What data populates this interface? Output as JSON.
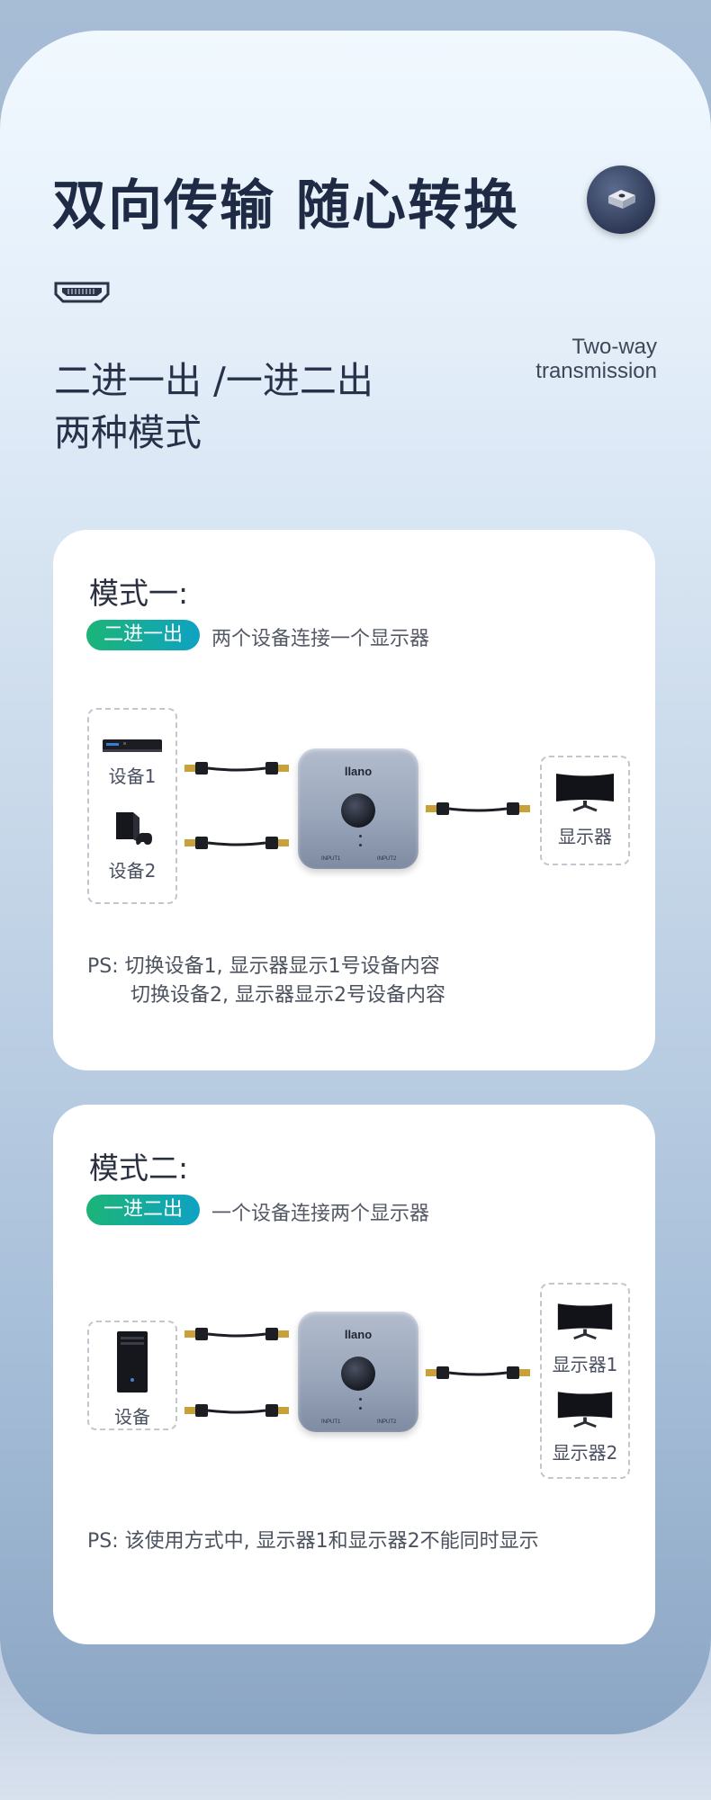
{
  "header": {
    "title": "双向传输 随心转换",
    "subtitle_line1": "二进一出 /一进二出",
    "subtitle_line2": "两种模式",
    "tagline_line1": "Two-way",
    "tagline_line2": "transmission"
  },
  "mode1": {
    "title": "模式一:",
    "pill": "二进一出",
    "desc": "两个设备连接一个显示器",
    "device1_label": "设备1",
    "device2_label": "设备2",
    "monitor_label": "显示器",
    "switch_brand": "llano",
    "port1": "INPUT1",
    "port2": "INPUT2",
    "ps_line1": "PS:  切换设备1, 显示器显示1号设备内容",
    "ps_line2": "切换设备2, 显示器显示2号设备内容"
  },
  "mode2": {
    "title": "模式二:",
    "pill": "一进二出",
    "desc": "一个设备连接两个显示器",
    "device_label": "设备",
    "monitor1_label": "显示器1",
    "monitor2_label": "显示器2",
    "switch_brand": "llano",
    "port1": "INPUT1",
    "port2": "INPUT2",
    "ps_line1": "PS:  该使用方式中, 显示器1和显示器2不能同时显示"
  },
  "icons": {
    "switch_badge": "switch-device-icon",
    "hdmi": "hdmi-port-icon",
    "device_box": "set-top-box-icon",
    "device_console": "game-console-icon",
    "device_pc": "pc-tower-icon",
    "monitor": "curved-monitor-icon",
    "cable": "hdmi-cable-icon"
  },
  "colors": {
    "pill_start": "#1cb477",
    "pill_end": "#0fa2c4",
    "title": "#1f2b44"
  }
}
